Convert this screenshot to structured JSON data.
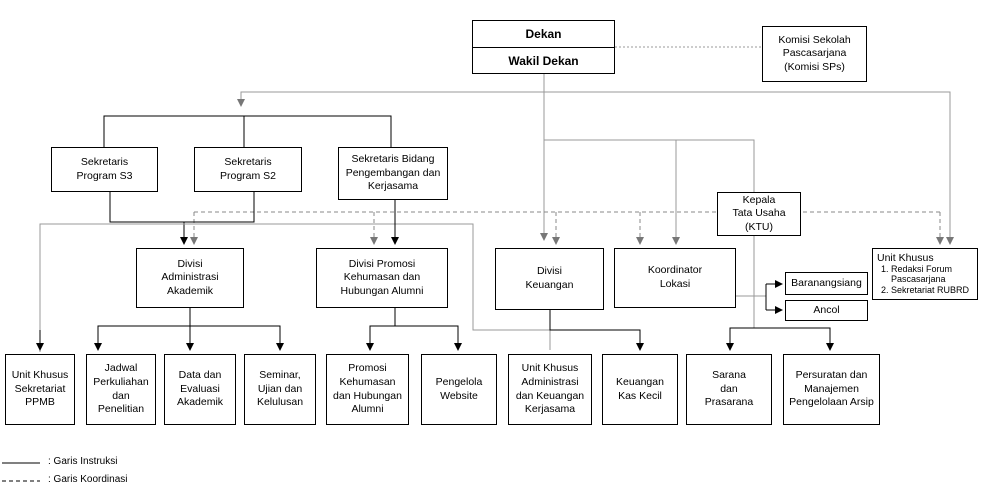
{
  "dekan": "Dekan",
  "wakil_dekan": "Wakil Dekan",
  "boxes": {
    "komisi": "Komisi Sekolah\nPascasarjana\n(Komisi SPs)",
    "sekr_s3": "Sekretaris\nProgram S3",
    "sekr_s2": "Sekretaris\nProgram S2",
    "sekr_bidang": "Sekretaris Bidang\nPengembangan dan\nKerjasama",
    "ktu": "Kepala\nTata Usaha\n(KTU)",
    "div_akademik": "Divisi\nAdministrasi\nAkademik",
    "div_promosi": "Divisi Promosi\nKehumasan dan\nHubungan Alumni",
    "div_keuangan": "Divisi\nKeuangan",
    "koordinator": "Koordinator\nLokasi",
    "baranangsiang": "Baranangsiang",
    "ancol": "Ancol",
    "uk_ppmb": "Unit Khusus\nSekretariat\nPPMB",
    "jadwal": "Jadwal\nPerkuliahan\ndan\nPenelitian",
    "data_evaluasi": "Data dan\nEvaluasi\nAkademik",
    "seminar": "Seminar,\nUjian dan\nKelulusan",
    "promosi": "Promosi\nKehumasan\ndan Hubungan\nAlumni",
    "pengelola": "Pengelola\nWebsite",
    "uk_admin_keu": "Unit Khusus\nAdministrasi\ndan Keuangan\nKerjasama",
    "kas_kecil": "Keuangan\nKas Kecil",
    "sarana": "Sarana\ndan\nPrasarana",
    "persuratan": "Persuratan dan\nManajemen\nPengelolaan Arsip"
  },
  "unit_khusus": {
    "title": "Unit Khusus",
    "items": [
      "Redaksi Forum Pascasarjana",
      "Sekretariat RUBRD"
    ]
  },
  "legend": {
    "solid_label": ":  Garis Instruksi",
    "dashed_label": ":  Garis Koordinasi"
  }
}
